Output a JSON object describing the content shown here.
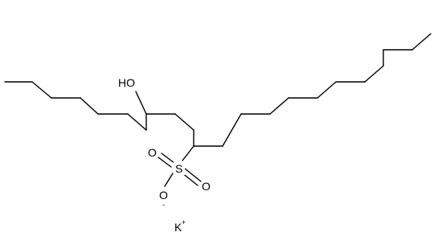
{
  "molecule": {
    "labels": {
      "hydroxyl": "HO",
      "sulfur": "S",
      "oxygen_left": "O",
      "oxygen_right": "O",
      "oxide_charge": "-",
      "counterion": "K",
      "counterion_charge": "+"
    }
  }
}
